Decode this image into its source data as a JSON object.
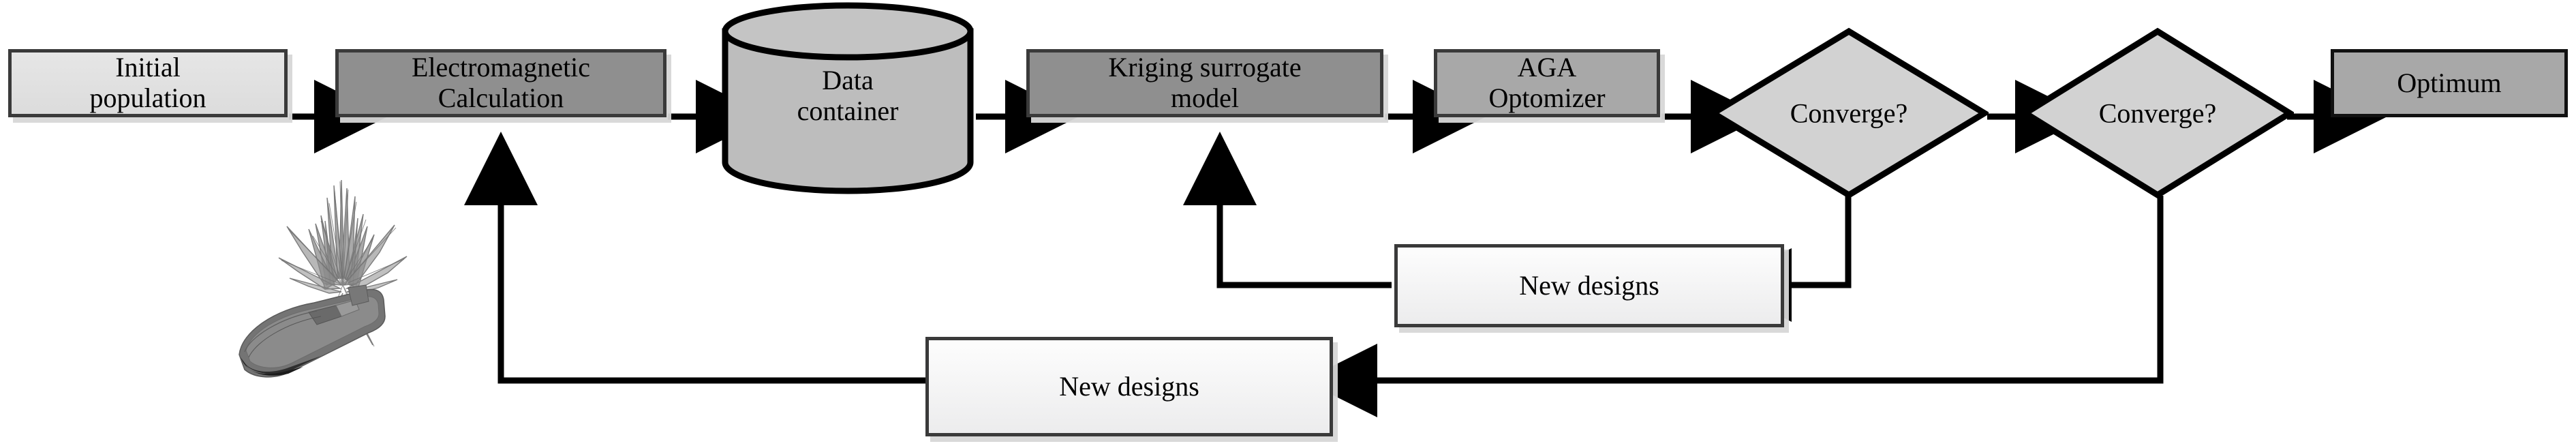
{
  "diagram": {
    "title": "Kriging surrogate model based electromagnetic optimization flowchart",
    "type": "flowchart",
    "colors": {
      "box_light": "#e3e3e3",
      "box_mid": "#a8a8a8",
      "box_dark": "#8f8f8f",
      "box_white": "#f2f2f2",
      "border": "#3a3a3a",
      "line": "#000000",
      "shadow": "#d7d7d7"
    },
    "nodes": [
      {
        "id": "initial-population",
        "label": "Initial\npopulation",
        "line1": "Initial",
        "line2": "population",
        "shape": "rectangle",
        "fill": "light"
      },
      {
        "id": "em-calculation",
        "label": "Electromagnetic\nCalculation",
        "line1": "Electromagnetic",
        "line2": "Calculation",
        "shape": "rectangle",
        "fill": "dark"
      },
      {
        "id": "data-container",
        "label": "Data\ncontainer",
        "line1": "Data",
        "line2": "container",
        "shape": "cylinder",
        "fill": "mid"
      },
      {
        "id": "kriging-model",
        "label": "Kriging surrogate\nmodel",
        "line1": "Kriging surrogate",
        "line2": "model",
        "shape": "rectangle",
        "fill": "dark"
      },
      {
        "id": "aga-optimizer",
        "label": "AGA\nOptomizer",
        "line1": "AGA",
        "line2": "Optomizer",
        "shape": "rectangle",
        "fill": "mid"
      },
      {
        "id": "converge-1",
        "label": "Converge?",
        "line1": "Converge?",
        "line2": "",
        "shape": "diamond",
        "fill": "light"
      },
      {
        "id": "converge-2",
        "label": "Converge?",
        "line1": "Converge?",
        "line2": "",
        "shape": "diamond",
        "fill": "light"
      },
      {
        "id": "optimum",
        "label": "Optimum",
        "line1": "Optimum",
        "line2": "",
        "shape": "rectangle",
        "fill": "mid"
      },
      {
        "id": "new-designs-inner",
        "label": "New designs",
        "line1": "New designs",
        "line2": "",
        "shape": "rectangle",
        "fill": "white"
      },
      {
        "id": "new-designs-outer",
        "label": "New designs",
        "line1": "New designs",
        "line2": "",
        "shape": "rectangle",
        "fill": "white"
      }
    ],
    "edges": [
      {
        "from": "initial-population",
        "to": "em-calculation",
        "arrow": "right"
      },
      {
        "from": "em-calculation",
        "to": "data-container",
        "arrow": "right"
      },
      {
        "from": "data-container",
        "to": "kriging-model",
        "arrow": "right"
      },
      {
        "from": "kriging-model",
        "to": "aga-optimizer",
        "arrow": "right"
      },
      {
        "from": "aga-optimizer",
        "to": "converge-1",
        "arrow": "right"
      },
      {
        "from": "converge-1",
        "to": "converge-2",
        "arrow": "right"
      },
      {
        "from": "converge-2",
        "to": "optimum",
        "arrow": "right"
      },
      {
        "from": "converge-1",
        "to": "new-designs-inner",
        "arrow": "left"
      },
      {
        "from": "new-designs-inner",
        "to": "kriging-model",
        "arrow": "up"
      },
      {
        "from": "converge-2",
        "to": "new-designs-outer",
        "arrow": "left"
      },
      {
        "from": "new-designs-outer",
        "to": "em-calculation",
        "arrow": "up"
      }
    ],
    "illustration": {
      "id": "ship-radiation-pattern",
      "description": "3D rendered naval vessel with radar cross-section radiation spike pattern"
    }
  }
}
